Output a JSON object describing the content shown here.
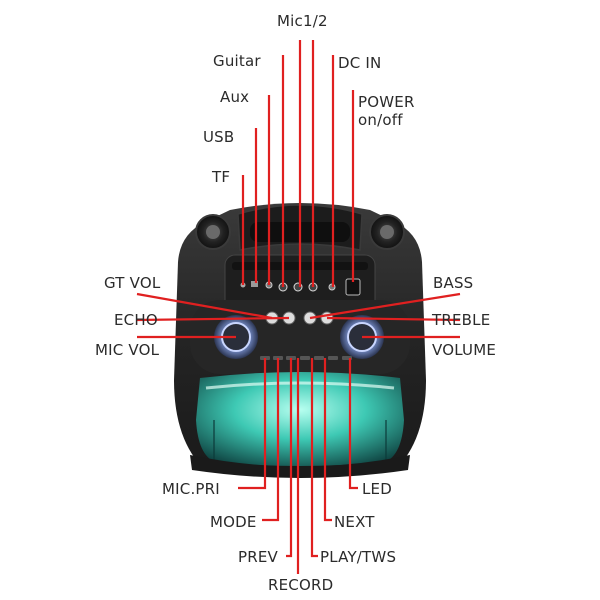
{
  "top_labels": {
    "mic": "Mic1/2",
    "guitar": "Guitar",
    "aux": "Aux",
    "usb": "USB",
    "tf": "TF",
    "dc_in": "DC IN",
    "power": "POWER\non/off"
  },
  "side_labels": {
    "gt_vol": "GT VOL",
    "echo": "ECHO",
    "mic_vol": "MIC VOL",
    "bass": "BASS",
    "treble": "TREBLE",
    "volume": "VOLUME"
  },
  "bottom_labels": {
    "mic_pri": "MIC.PRI",
    "mode": "MODE",
    "prev": "PREV",
    "record": "RECORD",
    "led": "LED",
    "next": "NEXT",
    "play_tws": "PLAY/TWS"
  },
  "colors": {
    "leader_line": "#e02020",
    "speaker_body": "#2a2a2a",
    "led_glow": "#3ec9b4",
    "knob_ring": "#9fb8ff",
    "label_text": "#2b2b2b"
  }
}
